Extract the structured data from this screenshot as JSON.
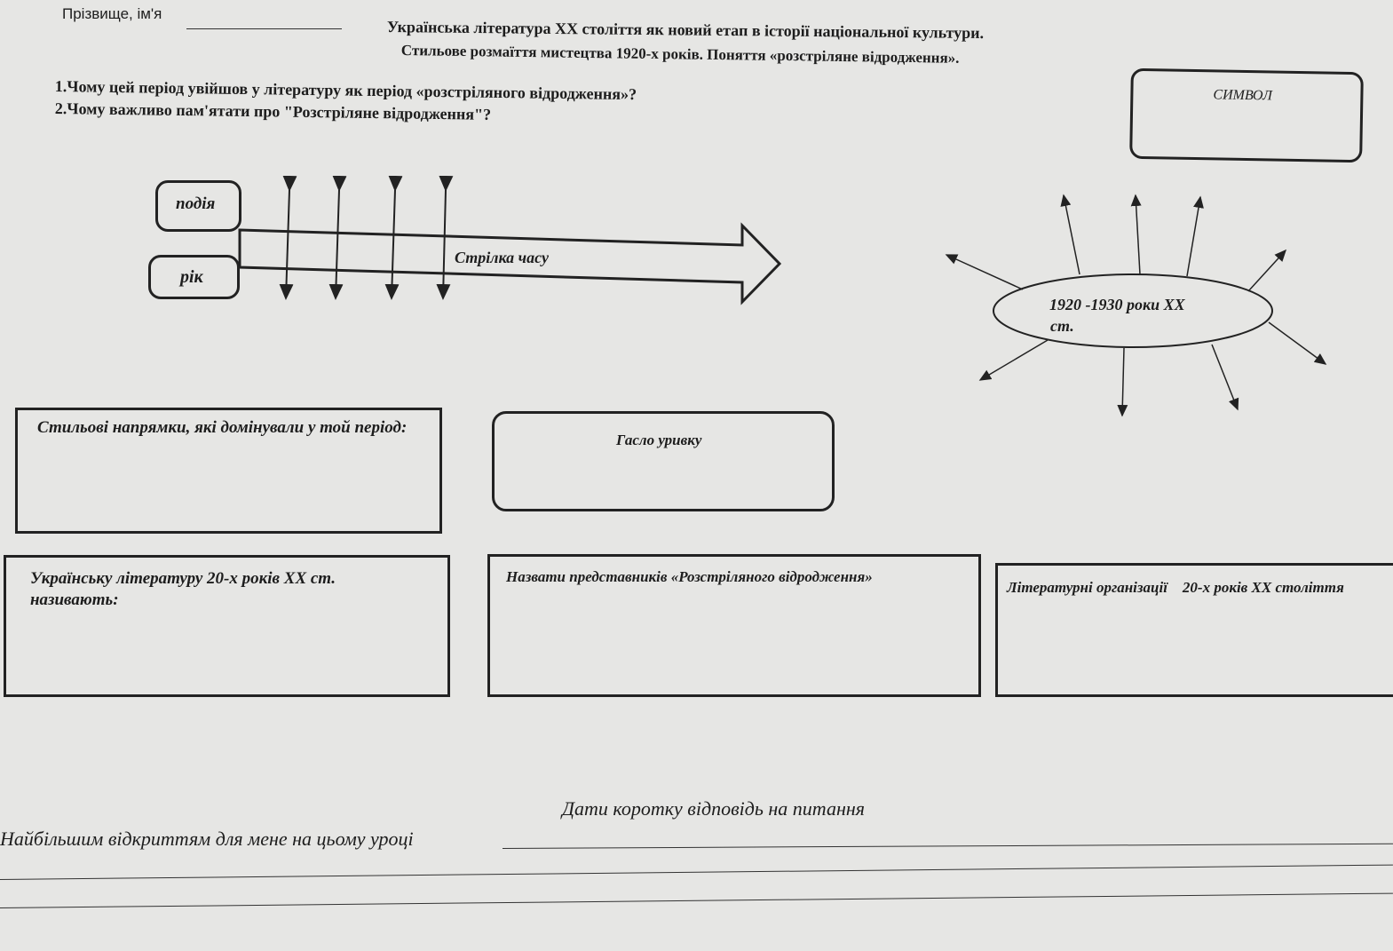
{
  "header": {
    "name_label": "Прізвище, ім'я",
    "title_line1": "Українська  література XX століття як новий етап в історії національної культури.",
    "title_line2": "Стильове розмаїття мистецтва 1920-х років. Поняття «розстріляне відродження».",
    "question1": "1.Чому цей період увійшов у літературу  як період  «розстріляного відродження»?",
    "question2": "2.Чому важливо пам'ятати про \"Розстріляне відродження\"?"
  },
  "symbol_box": {
    "label": "СИМВОЛ"
  },
  "timeline": {
    "event_label": "подія",
    "year_label": "рік",
    "arrow_label": "Стрілка часу"
  },
  "cluster": {
    "center_line1": "1920 -1930 роки XX",
    "center_line2": "ст."
  },
  "boxes": {
    "styles": "Стильові напрямки, які домінували у той період:",
    "slogan": "Гасло уривку",
    "called": "Українську літературу  20-х років XX ст. називають:",
    "representatives": "Назвати представників «Розстріляного відродження»",
    "organizations": "Літературні організації    20-х років XX століття"
  },
  "footer": {
    "instruction": "Дати коротку відповідь на питання",
    "prompt": "Найбільшим відкриттям для мене на цьому уроці"
  }
}
